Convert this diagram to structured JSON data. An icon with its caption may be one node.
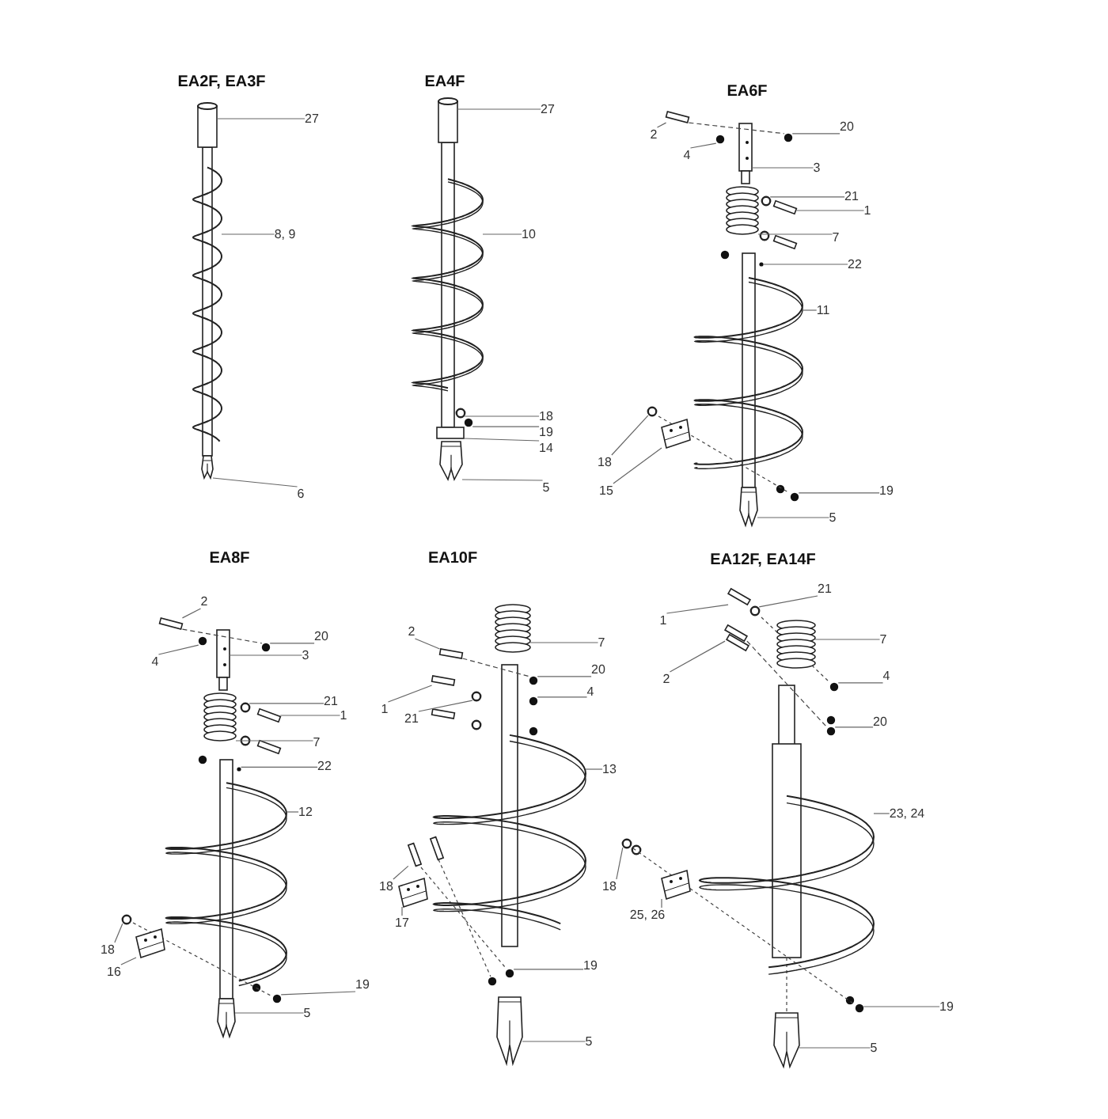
{
  "diagram": {
    "nodes": [
      {
        "text": [
          "27"
        ]
      },
      {
        "text": [
          "8, 9"
        ]
      },
      {
        "text": [
          "6"
        ]
      },
      {
        "text": [
          "27"
        ]
      },
      {
        "text": [
          "10"
        ]
      },
      {
        "text": [
          "18"
        ]
      },
      {
        "text": [
          "19"
        ]
      },
      {
        "text": [
          "14"
        ]
      },
      {
        "text": [
          "5"
        ]
      },
      {
        "text": [
          "2"
        ]
      },
      {
        "text": [
          "20"
        ]
      },
      {
        "text": [
          "4"
        ]
      },
      {
        "text": [
          "3"
        ]
      },
      {
        "text": [
          "21"
        ]
      },
      {
        "text": [
          "1"
        ]
      },
      {
        "text": [
          "7"
        ]
      },
      {
        "text": [
          "22"
        ]
      },
      {
        "text": [
          "11"
        ]
      },
      {
        "text": [
          "18"
        ]
      },
      {
        "text": [
          "15"
        ]
      },
      {
        "text": [
          "19"
        ]
      },
      {
        "text": [
          "5"
        ]
      },
      {
        "text": [
          "2"
        ]
      },
      {
        "text": [
          "20"
        ]
      },
      {
        "text": [
          "4"
        ]
      },
      {
        "text": [
          "3"
        ]
      },
      {
        "text": [
          "21"
        ]
      },
      {
        "text": [
          "1"
        ]
      },
      {
        "text": [
          "7"
        ]
      },
      {
        "text": [
          "22"
        ]
      },
      {
        "text": [
          "12"
        ]
      },
      {
        "text": [
          "18"
        ]
      },
      {
        "text": [
          "16"
        ]
      },
      {
        "text": [
          "19"
        ]
      },
      {
        "text": [
          "5"
        ]
      },
      {
        "text": [
          "7"
        ]
      },
      {
        "text": [
          "2"
        ]
      },
      {
        "text": [
          "20"
        ]
      },
      {
        "text": [
          "1"
        ]
      },
      {
        "text": [
          "4"
        ]
      },
      {
        "text": [
          "21"
        ]
      },
      {
        "text": [
          "13"
        ]
      },
      {
        "text": [
          "18"
        ]
      },
      {
        "text": [
          "17"
        ]
      },
      {
        "text": [
          "19"
        ]
      },
      {
        "text": [
          "5"
        ]
      },
      {
        "text": [
          "21"
        ]
      },
      {
        "text": [
          "1"
        ]
      },
      {
        "text": [
          "7"
        ]
      },
      {
        "text": [
          "2"
        ]
      },
      {
        "text": [
          "4"
        ]
      },
      {
        "text": [
          "20"
        ]
      },
      {
        "text": [
          "23, 24"
        ]
      },
      {
        "text": [
          "18"
        ]
      },
      {
        "text": [
          "25, 26"
        ]
      },
      {
        "text": [
          "19"
        ]
      },
      {
        "text": [
          "5"
        ]
      },
      {
        "text": [],
        "shape": "picture"
      },
      {
        "text": [],
        "shape": "picture"
      },
      {
        "text": [],
        "shape": "picture"
      },
      {
        "text": [],
        "shape": "picture"
      },
      {
        "text": [],
        "shape": "picture"
      },
      {
        "text": [],
        "shape": "circle"
      },
      {
        "text": [],
        "shape": "circle"
      },
      {
        "text": [],
        "shape": "bar"
      },
      {
        "text": [],
        "shape": "picture"
      },
      {
        "text": [],
        "shape": "bar"
      },
      {
        "text": [],
        "shape": "circle"
      },
      {
        "text": [],
        "shape": "circle"
      },
      {
        "text": [],
        "shape": "picture"
      },
      {
        "text": [],
        "shape": "circle"
      },
      {
        "text": [],
        "shape": "bar"
      },
      {
        "text": [],
        "shape": "picture"
      },
      {
        "text": [],
        "shape": "circle"
      },
      {
        "text": [],
        "shape": "picture"
      },
      {
        "text": [],
        "shape": "circle"
      },
      {
        "text": [],
        "shape": "picture"
      },
      {
        "text": [],
        "shape": "circle"
      },
      {
        "text": [],
        "shape": "picture"
      },
      {
        "text": [],
        "shape": "bar"
      },
      {
        "text": [],
        "shape": "circle"
      },
      {
        "text": [],
        "shape": "circle"
      },
      {
        "text": [],
        "shape": "picture"
      },
      {
        "text": [],
        "shape": "circle"
      },
      {
        "text": [],
        "shape": "bar"
      },
      {
        "text": [],
        "shape": "picture"
      },
      {
        "text": [],
        "shape": "circle"
      },
      {
        "text": [],
        "shape": "picture"
      },
      {
        "text": [],
        "shape": "circle"
      },
      {
        "text": [],
        "shape": "picture"
      },
      {
        "text": [],
        "shape": "circle"
      },
      {
        "text": [],
        "shape": "picture"
      },
      {
        "text": [],
        "shape": "picture"
      },
      {
        "text": [],
        "shape": "bar"
      },
      {
        "text": [],
        "shape": "circle"
      },
      {
        "text": [],
        "shape": "bar"
      },
      {
        "text": [],
        "shape": "circle"
      },
      {
        "text": [],
        "shape": "circle"
      },
      {
        "text": [],
        "shape": "picture"
      },
      {
        "text": [],
        "shape": "bar"
      },
      {
        "text": [],
        "shape": "picture"
      },
      {
        "text": [],
        "shape": "circle"
      },
      {
        "text": [],
        "shape": "picture"
      },
      {
        "text": [],
        "shape": "circle"
      },
      {
        "text": [],
        "shape": "bar"
      },
      {
        "text": [],
        "shape": "picture"
      },
      {
        "text": [],
        "shape": "bar"
      },
      {
        "text": [],
        "shape": "circle"
      },
      {
        "text": [],
        "shape": "circle"
      },
      {
        "text": [],
        "shape": "picture"
      },
      {
        "text": [],
        "shape": "circle"
      },
      {
        "text": [],
        "shape": "picture"
      },
      {
        "text": [],
        "shape": "circle"
      },
      {
        "text": [],
        "shape": "picture"
      }
    ],
    "edges": [
      {
        "from": 0,
        "to": 57,
        "arrow": "none"
      },
      {
        "from": 1,
        "to": 58,
        "arrow": "none"
      },
      {
        "from": 2,
        "to": 59,
        "arrow": "none"
      },
      {
        "from": 3,
        "to": 60,
        "arrow": "none"
      },
      {
        "from": 4,
        "to": 61,
        "arrow": "none"
      },
      {
        "from": 5,
        "to": 62,
        "arrow": "none"
      },
      {
        "from": 6,
        "to": 63,
        "arrow": "none"
      },
      {
        "from": 7,
        "to": 64,
        "arrow": "none"
      },
      {
        "from": 8,
        "to": 65,
        "arrow": "none"
      },
      {
        "from": 9,
        "to": 66,
        "arrow": "none"
      },
      {
        "from": 10,
        "to": 67,
        "arrow": "none"
      },
      {
        "from": 11,
        "to": 68,
        "arrow": "none"
      },
      {
        "from": 12,
        "to": 69,
        "arrow": "none"
      },
      {
        "from": 13,
        "to": 70,
        "arrow": "none"
      },
      {
        "from": 14,
        "to": 71,
        "arrow": "none"
      },
      {
        "from": 15,
        "to": 72,
        "arrow": "none"
      },
      {
        "from": 16,
        "to": 73,
        "arrow": "none"
      },
      {
        "from": 17,
        "to": 74,
        "arrow": "none"
      },
      {
        "from": 18,
        "to": 75,
        "arrow": "none"
      },
      {
        "from": 19,
        "to": 76,
        "arrow": "none"
      },
      {
        "from": 20,
        "to": 77,
        "arrow": "none"
      },
      {
        "from": 21,
        "to": 78,
        "arrow": "none"
      },
      {
        "from": 22,
        "to": 79,
        "arrow": "none"
      },
      {
        "from": 23,
        "to": 80,
        "arrow": "none"
      },
      {
        "from": 24,
        "to": 81,
        "arrow": "none"
      },
      {
        "from": 25,
        "to": 82,
        "arrow": "none"
      },
      {
        "from": 26,
        "to": 83,
        "arrow": "none"
      },
      {
        "from": 27,
        "to": 84,
        "arrow": "none"
      },
      {
        "from": 28,
        "to": 85,
        "arrow": "none"
      },
      {
        "from": 29,
        "to": 86,
        "arrow": "none"
      },
      {
        "from": 30,
        "to": 87,
        "arrow": "none"
      },
      {
        "from": 31,
        "to": 88,
        "arrow": "none"
      },
      {
        "from": 32,
        "to": 89,
        "arrow": "none"
      },
      {
        "from": 33,
        "to": 90,
        "arrow": "none"
      },
      {
        "from": 34,
        "to": 91,
        "arrow": "none"
      },
      {
        "from": 35,
        "to": 92,
        "arrow": "none"
      },
      {
        "from": 36,
        "to": 93,
        "arrow": "none"
      },
      {
        "from": 37,
        "to": 94,
        "arrow": "none"
      },
      {
        "from": 38,
        "to": 95,
        "arrow": "none"
      },
      {
        "from": 39,
        "to": 96,
        "arrow": "none"
      },
      {
        "from": 40,
        "to": 97,
        "arrow": "none"
      },
      {
        "from": 41,
        "to": 98,
        "arrow": "none"
      },
      {
        "from": 42,
        "to": 99,
        "arrow": "none"
      },
      {
        "from": 43,
        "to": 100,
        "arrow": "none"
      },
      {
        "from": 44,
        "to": 101,
        "arrow": "none"
      },
      {
        "from": 45,
        "to": 102,
        "arrow": "none"
      },
      {
        "from": 46,
        "to": 103,
        "arrow": "none"
      },
      {
        "from": 47,
        "to": 104,
        "arrow": "none"
      },
      {
        "from": 48,
        "to": 105,
        "arrow": "none"
      },
      {
        "from": 49,
        "to": 106,
        "arrow": "none"
      },
      {
        "from": 50,
        "to": 107,
        "arrow": "none"
      },
      {
        "from": 51,
        "to": 108,
        "arrow": "none"
      },
      {
        "from": 52,
        "to": 109,
        "arrow": "none"
      },
      {
        "from": 53,
        "to": 110,
        "arrow": "none"
      },
      {
        "from": 54,
        "to": 111,
        "arrow": "none"
      },
      {
        "from": 55,
        "to": 112,
        "arrow": "none"
      },
      {
        "from": 56,
        "to": 113,
        "arrow": "none"
      },
      {
        "from": 66,
        "to": 67,
        "arrow": "none",
        "style": "dashed"
      },
      {
        "from": 79,
        "to": 80,
        "arrow": "none",
        "style": "dashed"
      },
      {
        "from": 93,
        "to": 94,
        "arrow": "none",
        "style": "dashed"
      },
      {
        "from": 106,
        "to": 108,
        "arrow": "none",
        "style": "dashed"
      }
    ],
    "labels": [
      "EA2F, EA3F",
      "EA4F",
      "EA6F",
      "EA8F",
      "EA10F",
      "EA12F, EA14F"
    ]
  }
}
